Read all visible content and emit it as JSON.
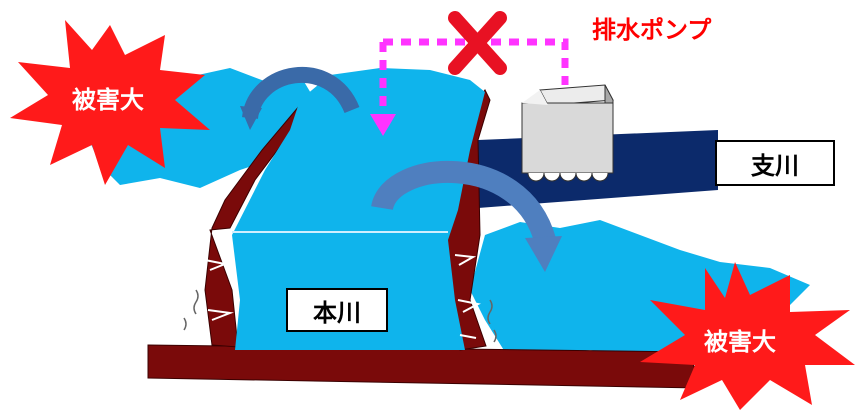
{
  "labels": {
    "pump_title": "排水ポンプ",
    "tributary": "支川",
    "main_river": "本川",
    "damage_left": "被害大",
    "damage_right": "被害大"
  },
  "icons": {
    "stop_mark": "cross-icon",
    "flow_arrows": "curved-arrow-icon",
    "pump": "pump-box-icon"
  },
  "colors": {
    "water": "#0fb4ec",
    "levee": "#7a0a0a",
    "tributary_channel": "#0c2a6b",
    "damage_burst": "#ff1a1a",
    "cross": "#e81123",
    "dotted_route": "#ff33ff",
    "arrow": "#4f7fbf",
    "pump_box": "#d9d9d9",
    "pump_title_text": "#ff0000"
  }
}
